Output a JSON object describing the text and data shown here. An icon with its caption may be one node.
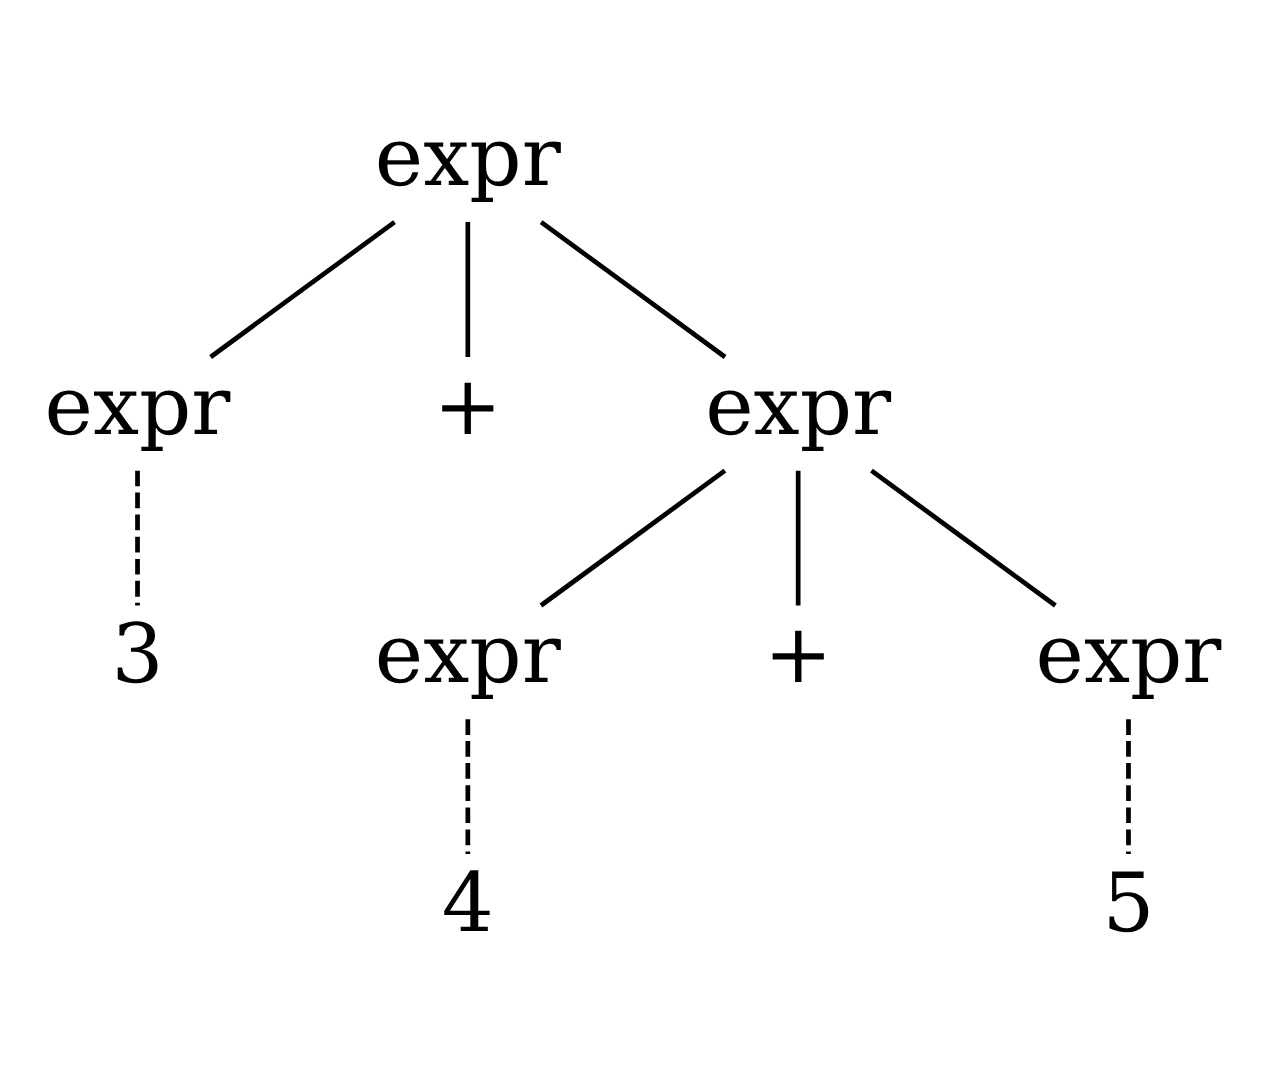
{
  "diagram": {
    "nodes": [
      {
        "text": [
          "expr"
        ]
      },
      {
        "text": [
          "expr"
        ]
      },
      {
        "text": [
          "+"
        ]
      },
      {
        "text": [
          "expr"
        ]
      },
      {
        "text": [
          "3"
        ]
      },
      {
        "text": [
          "expr"
        ]
      },
      {
        "text": [
          "+"
        ]
      },
      {
        "text": [
          "expr"
        ]
      },
      {
        "text": [
          "4"
        ]
      },
      {
        "text": [
          "5"
        ]
      }
    ],
    "edges": [
      {
        "from": 0,
        "to": 1,
        "arrow": "none"
      },
      {
        "from": 0,
        "to": 2,
        "arrow": "none"
      },
      {
        "from": 0,
        "to": 3,
        "arrow": "none"
      },
      {
        "from": 1,
        "to": 4,
        "arrow": "none",
        "style": "dashed"
      },
      {
        "from": 3,
        "to": 5,
        "arrow": "none"
      },
      {
        "from": 3,
        "to": 6,
        "arrow": "none"
      },
      {
        "from": 3,
        "to": 7,
        "arrow": "none"
      },
      {
        "from": 5,
        "to": 8,
        "arrow": "none",
        "style": "dashed"
      },
      {
        "from": 7,
        "to": 9,
        "arrow": "none",
        "style": "dashed"
      }
    ]
  }
}
